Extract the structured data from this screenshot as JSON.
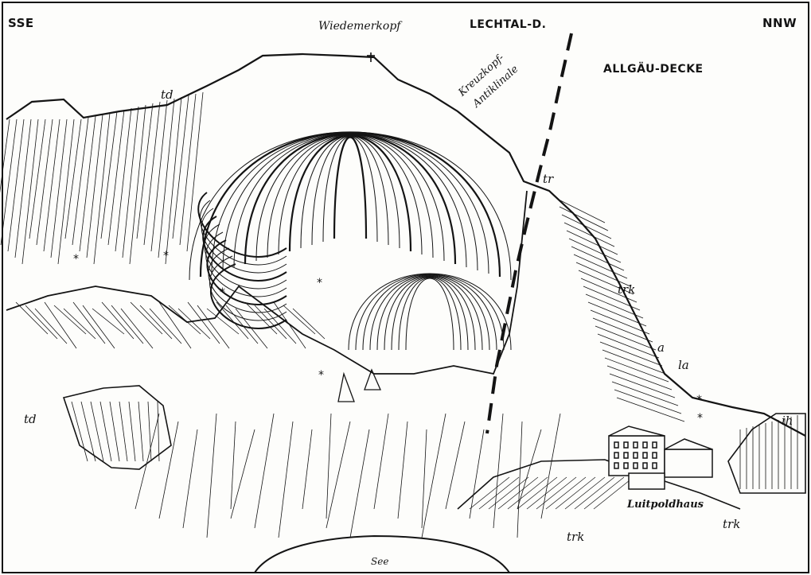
{
  "orientation": {
    "left": "SSE",
    "right": "NNW"
  },
  "peak_name": "Wiedemerkopf",
  "nappes": {
    "upper": "LECHTAL-D.",
    "lower": "ALLGÄU-DECKE"
  },
  "structure": {
    "line1": "Kreuzkopf-",
    "line2": "Antiklinale"
  },
  "units": {
    "td_upper": "td",
    "td_lower": "td",
    "tr": "tr",
    "trk_slope": "trk",
    "a": "a",
    "la": "la",
    "ih": "ih",
    "trk_bottom_left": "trk",
    "trk_bottom_right": "trk"
  },
  "hut_name": "Luitpoldhaus",
  "lake_name": "See",
  "colors": {
    "ink": "#141414",
    "paper": "#fdfdfb"
  }
}
